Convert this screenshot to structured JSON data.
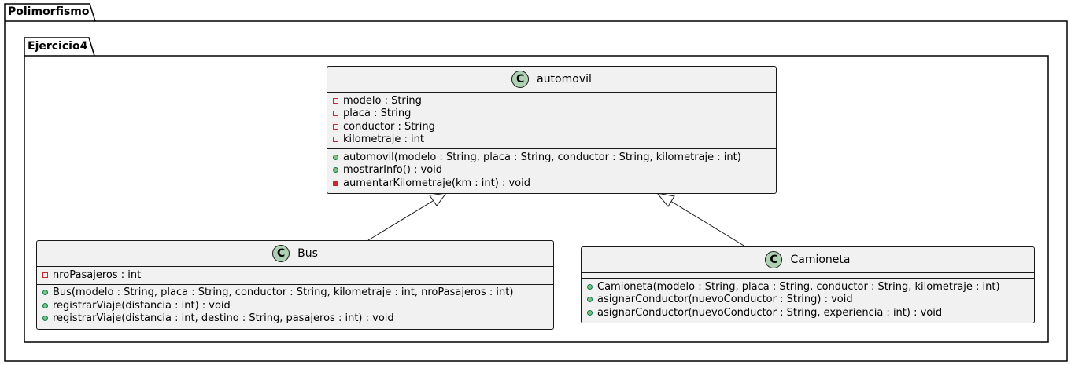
{
  "diagram": {
    "outer_package": "Polimorfismo",
    "inner_package": "Ejercicio4",
    "classes": {
      "automovil": {
        "icon": "C",
        "name": "automovil",
        "attributes": [
          {
            "visibility": "private",
            "text": "modelo : String"
          },
          {
            "visibility": "private",
            "text": "placa : String"
          },
          {
            "visibility": "private",
            "text": "conductor : String"
          },
          {
            "visibility": "private",
            "text": "kilometraje : int"
          }
        ],
        "methods": [
          {
            "visibility": "public",
            "text": "automovil(modelo : String, placa : String, conductor : String, kilometraje : int)"
          },
          {
            "visibility": "public",
            "text": "mostrarInfo() : void"
          },
          {
            "visibility": "private",
            "text": "aumentarKilometraje(km : int) : void"
          }
        ]
      },
      "bus": {
        "icon": "C",
        "name": "Bus",
        "attributes": [
          {
            "visibility": "private",
            "text": "nroPasajeros : int"
          }
        ],
        "methods": [
          {
            "visibility": "public",
            "text": "Bus(modelo : String, placa : String, conductor : String, kilometraje : int, nroPasajeros : int)"
          },
          {
            "visibility": "public",
            "text": "registrarViaje(distancia : int) : void"
          },
          {
            "visibility": "public",
            "text": "registrarViaje(distancia : int, destino : String, pasajeros : int) : void"
          }
        ]
      },
      "camioneta": {
        "icon": "C",
        "name": "Camioneta",
        "attributes": [],
        "methods": [
          {
            "visibility": "public",
            "text": "Camioneta(modelo : String, placa : String, conductor : String, kilometraje : int)"
          },
          {
            "visibility": "public",
            "text": "asignarConductor(nuevoConductor : String) : void"
          },
          {
            "visibility": "public",
            "text": "asignarConductor(nuevoConductor : String, experiencia : int) : void"
          }
        ]
      }
    },
    "relations": [
      {
        "type": "generalization",
        "from": "Bus",
        "to": "automovil"
      },
      {
        "type": "generalization",
        "from": "Camioneta",
        "to": "automovil"
      }
    ],
    "colors": {
      "class_fill": "#f1f1f1",
      "class_icon": "#add1b2",
      "private_marker": "#c82930",
      "public_marker": "#84be84",
      "line": "#181818"
    }
  }
}
